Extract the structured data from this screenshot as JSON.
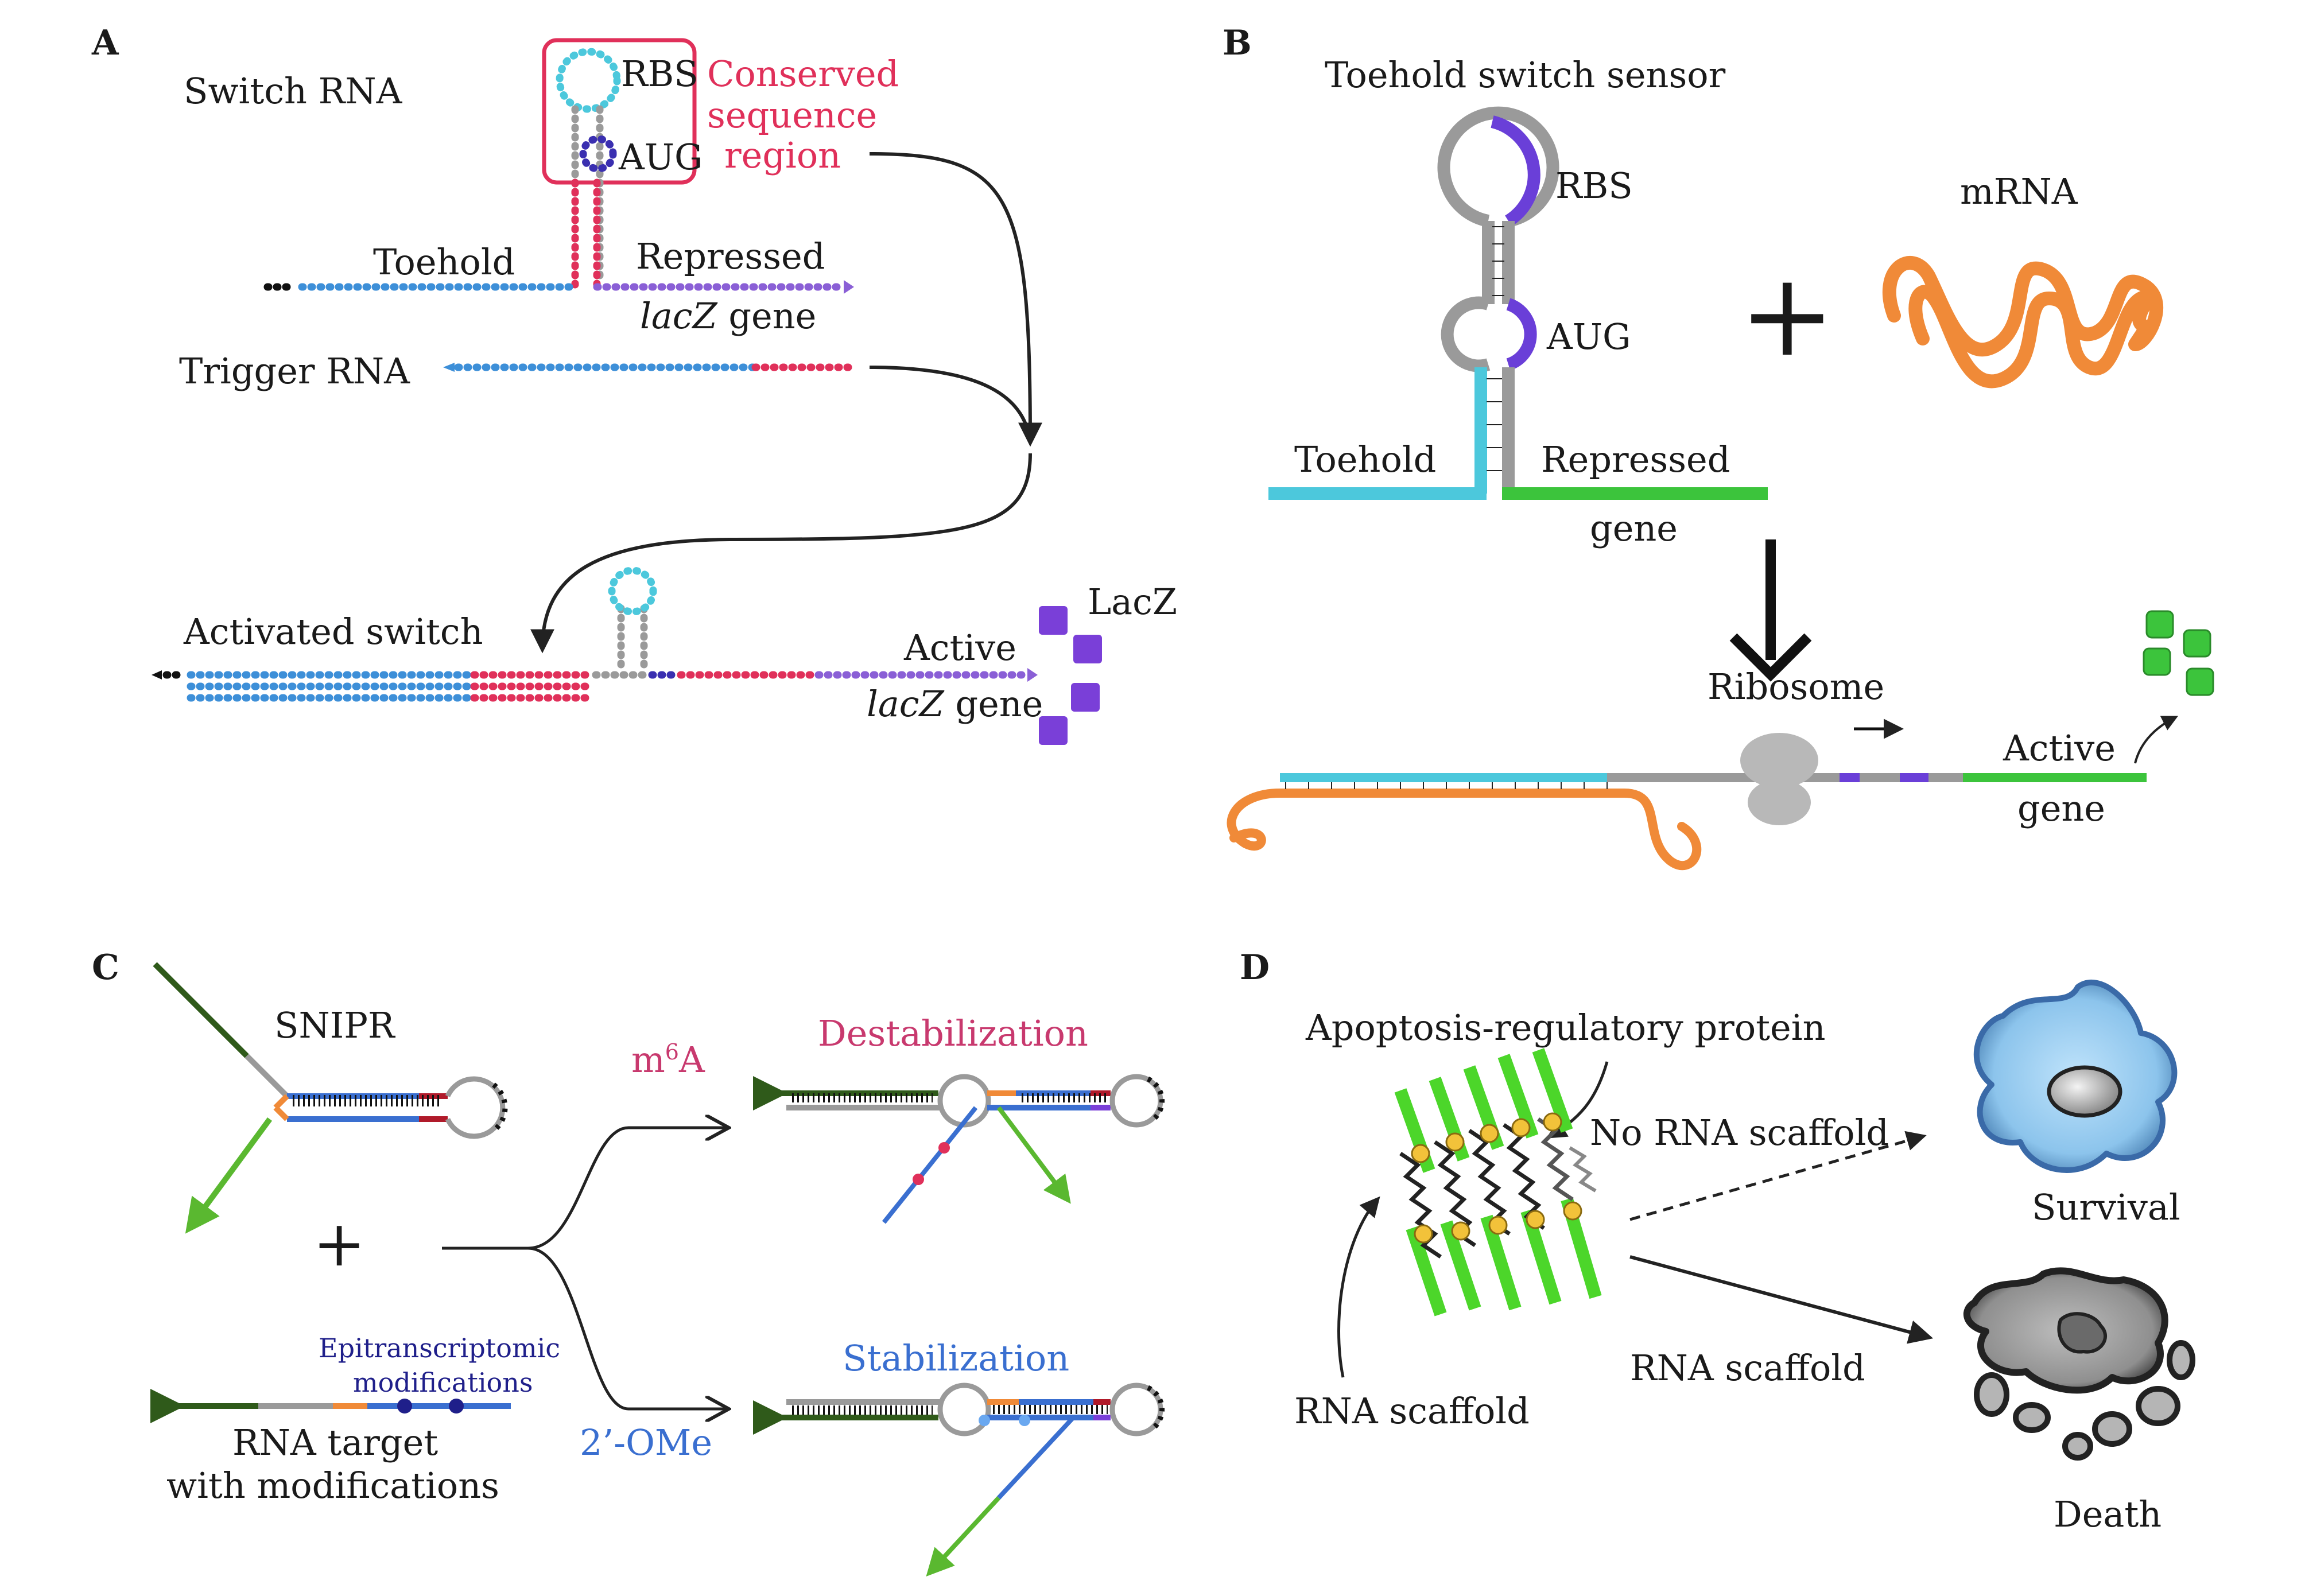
{
  "panels": {
    "A": {
      "letter": "A",
      "switch_rna": "Switch RNA",
      "rbs": "RBS",
      "aug": "AUG",
      "conserved": [
        "Conserved",
        "sequence",
        "region"
      ],
      "toehold": "Toehold",
      "repressed": "Repressed",
      "lacz_italic": "lacZ",
      "gene_word": " gene",
      "trigger_rna": "Trigger RNA",
      "activated_switch": "Activated switch",
      "active": "Active",
      "lacz_protein": "LacZ"
    },
    "B": {
      "letter": "B",
      "title": "Toehold switch sensor",
      "rbs": "RBS",
      "aug": "AUG",
      "mrna": "mRNA",
      "plus": "+",
      "toehold": "Toehold",
      "repressed": "Repressed",
      "gene": "gene",
      "ribosome": "Ribosome",
      "active": "Active",
      "gene2": "gene"
    },
    "C": {
      "letter": "C",
      "snipr": "SNIPR",
      "plus": "+",
      "m6a_m": "m",
      "m6a_sup": "6",
      "m6a_a": "A",
      "destabilization": "Destabilization",
      "stabilization": "Stabilization",
      "epi_line1": "Epitranscriptomic",
      "epi_line2": "modifications",
      "target_line1": "RNA target",
      "target_line2": "with modifications",
      "ome": "2’-OMe"
    },
    "D": {
      "letter": "D",
      "protein": "Apoptosis-regulatory protein",
      "no_scaffold": "No RNA scaffold",
      "survival": "Survival",
      "rna_scaffold_left": "RNA scaffold",
      "rna_scaffold_right": "RNA scaffold",
      "death": "Death"
    }
  },
  "colors": {
    "toehold_blue": "#3d8fd8",
    "pink": "#e0305a",
    "purple": "#7a4fd0",
    "cyan": "#4cc8dc",
    "gray": "#9a9a9a",
    "orange": "#f08a38",
    "green": "#3cc43c",
    "dark_green": "#2f5a1a",
    "lacz_purple": "#7a3fd8"
  }
}
